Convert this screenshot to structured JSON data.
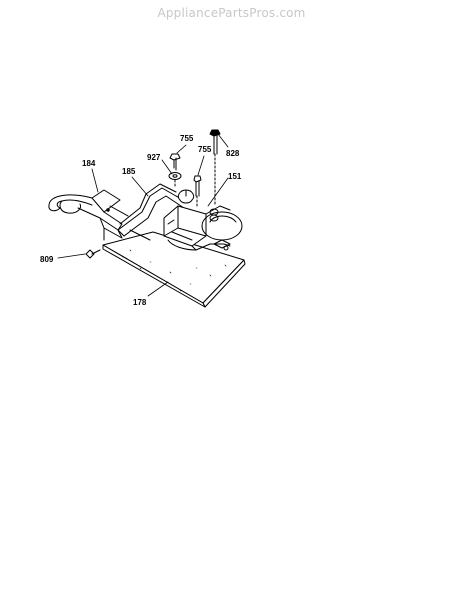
{
  "watermark": "AppliancePartsPros.com",
  "parts": {
    "p755a": "755",
    "p927": "927",
    "p755b": "755",
    "p828": "828",
    "p184": "184",
    "p185": "185",
    "p151": "151",
    "p809": "809",
    "p178": "178"
  }
}
